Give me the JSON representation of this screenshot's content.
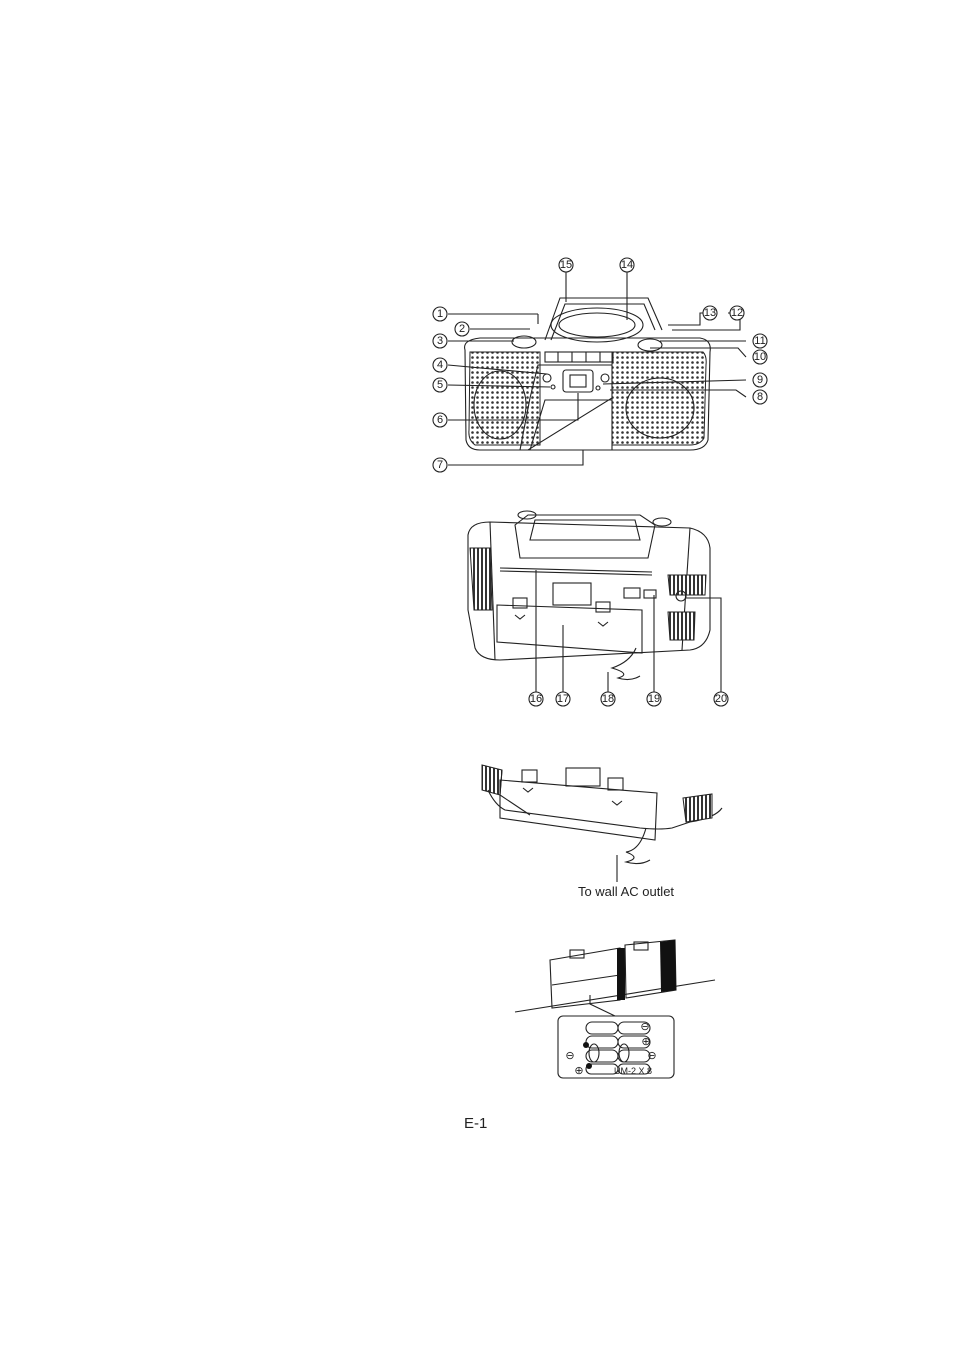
{
  "figure_front": {
    "callouts": [
      "1",
      "2",
      "3",
      "4",
      "5",
      "6",
      "7",
      "8",
      "9",
      "10",
      "11",
      "12",
      "13",
      "14",
      "15"
    ]
  },
  "figure_back": {
    "callouts": [
      "16",
      "17",
      "18",
      "19",
      "20"
    ]
  },
  "figure_ac": {
    "caption": "To wall AC outlet"
  },
  "figure_battery": {
    "label": "UM-2 X 8",
    "polarity_plus": "⊕",
    "polarity_minus": "⊖"
  },
  "footer": {
    "page_number": "E-1"
  }
}
